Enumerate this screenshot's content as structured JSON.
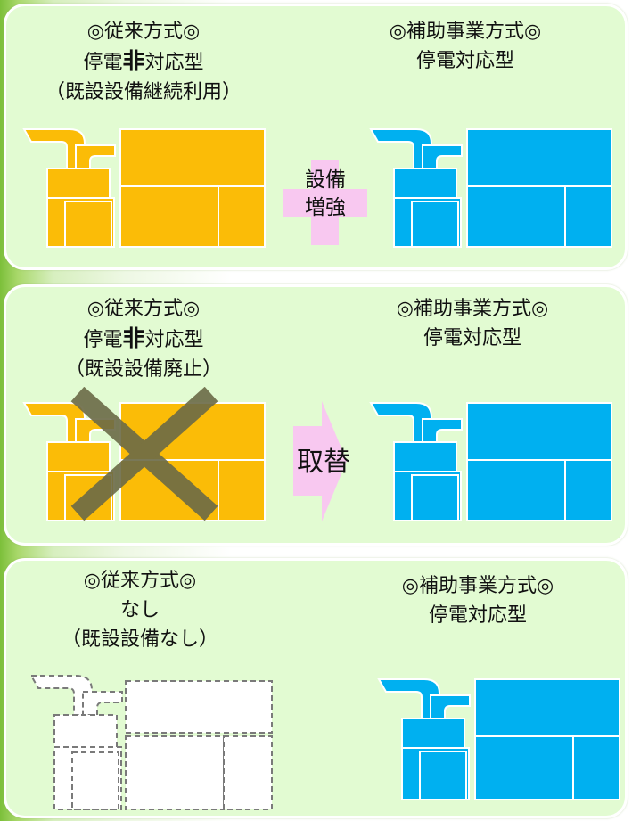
{
  "panels": [
    {
      "left": {
        "line1": "◎従来方式◎",
        "line2_pre": "停電",
        "line2_strong": "非",
        "line2_post": "対応型",
        "line3": "（既設設備継続利用）"
      },
      "right": {
        "line1": "◎補助事業方式◎",
        "line2": "停電対応型"
      },
      "arrow": {
        "line1": "設備",
        "line2": "増強",
        "style": "plus"
      }
    },
    {
      "left": {
        "line1": "◎従来方式◎",
        "line2_pre": "停電",
        "line2_strong": "非",
        "line2_post": "対応型",
        "line3": "（既設設備廃止）"
      },
      "right": {
        "line1": "◎補助事業方式◎",
        "line2": "停電対応型"
      },
      "arrow": {
        "line1": "取替",
        "style": "right-arrow"
      }
    },
    {
      "left": {
        "line1": "◎従来方式◎",
        "line2": "なし",
        "line3": "（既設設備なし）"
      },
      "right": {
        "line1": "◎補助事業方式◎",
        "line2": "停電対応型"
      }
    }
  ],
  "colors": {
    "existing": "#fbbc07",
    "new": "#00b0f0",
    "removed_mark": "#6b6a47",
    "arrow": "#f8c8f0",
    "panel_bg": "#e2fbd2"
  },
  "icons": [
    "gas-heat-pump-unit-icon",
    "cross-mark-icon",
    "plus-arrow-icon",
    "right-arrow-icon"
  ]
}
